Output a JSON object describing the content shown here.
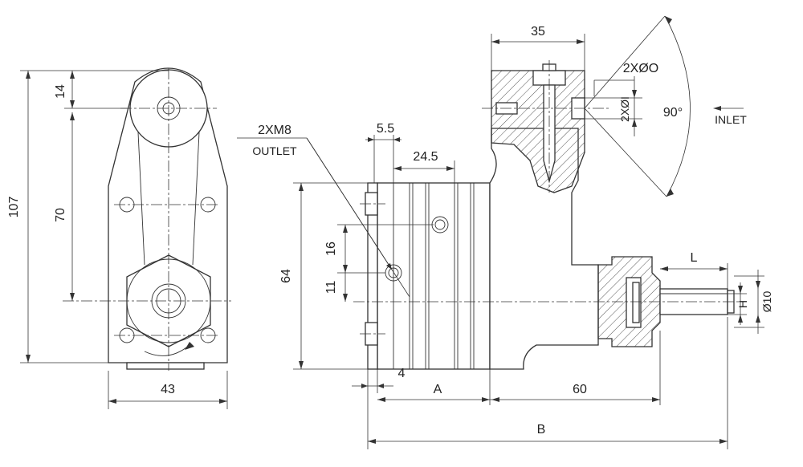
{
  "drawing": {
    "left_view": {
      "height_total": "107",
      "top_offset": "14",
      "center_distance": "70",
      "width": "43"
    },
    "side_view": {
      "outlet_label": "2XM8",
      "outlet_text": "OUTLET",
      "dim_5_5": "5.5",
      "dim_24_5": "24.5",
      "dim_64": "64",
      "dim_16": "16",
      "dim_11": "11",
      "dim_4": "4",
      "dim_a": "A",
      "dim_60": "60",
      "dim_b": "B"
    },
    "top_block": {
      "width": "35",
      "port_o": "2XØO",
      "port_i": "2XØI",
      "angle": "90°",
      "inlet": "INLET"
    },
    "shaft": {
      "length": "L",
      "height": "H",
      "diameter": "Ø10"
    }
  }
}
